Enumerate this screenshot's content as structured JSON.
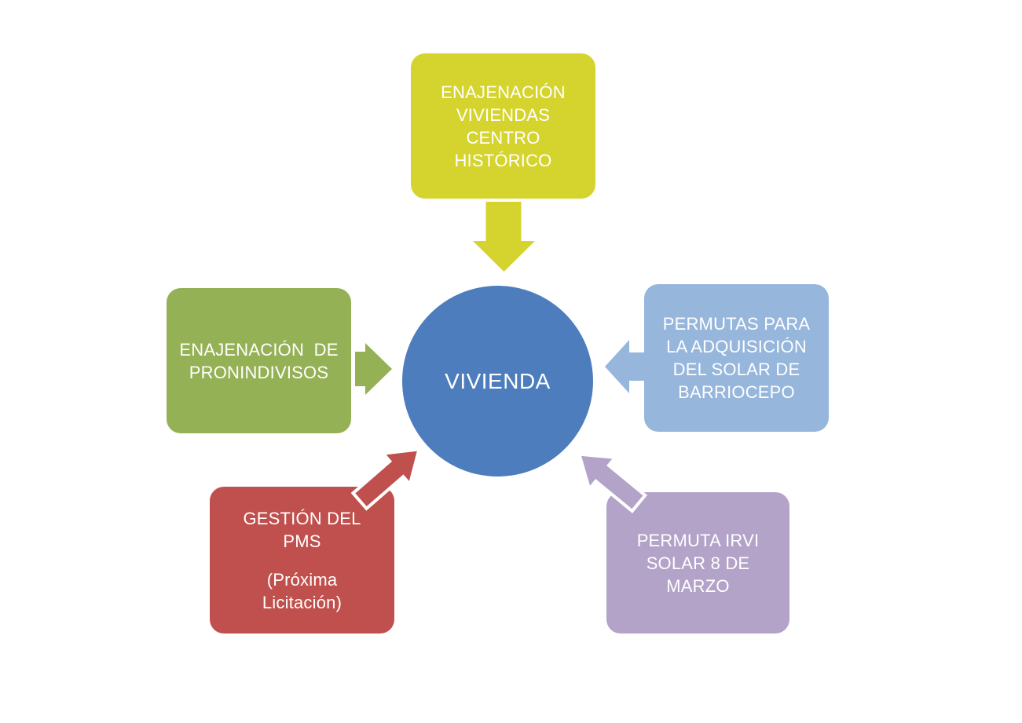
{
  "diagram": {
    "title": "Radial diagram: vivienda actions converging on central concept",
    "background_color": "#ffffff",
    "text_color": "#ffffff",
    "center": {
      "label": "VIVIENDA",
      "shape": "circle",
      "color": "#4d7dbc"
    },
    "nodes": {
      "top": {
        "text": "ENAJENACIÓN\nVIVIENDAS\nCENTRO\nHISTÓRICO",
        "color": "#d5d42f",
        "position": "top"
      },
      "left": {
        "text": "ENAJENACIÓN  DE\nPRONINDIVISOS",
        "color": "#95b155",
        "position": "left"
      },
      "right": {
        "text": "PERMUTAS PARA\nLA ADQUISICIÓN\nDEL SOLAR DE\nBARRIOCEPO",
        "color": "#96b6dc",
        "position": "right"
      },
      "bottom_left": {
        "text": "GESTIÓN DEL\nPMS",
        "note": "(Próxima\nLicitación)",
        "color": "#c0504d",
        "position": "bottom-left"
      },
      "bottom_right": {
        "text": "PERMUTA IRVI\nSOLAR 8 DE\nMARZO",
        "color": "#b3a3c8",
        "position": "bottom-right"
      }
    },
    "arrows": {
      "top_to_center": {
        "direction": "down",
        "color": "#d5d42f"
      },
      "left_to_center": {
        "direction": "right",
        "color": "#95b155"
      },
      "right_to_center": {
        "direction": "left",
        "color": "#96b6dc"
      },
      "bottom_left_to_center": {
        "direction": "up-right",
        "color": "#c0504d",
        "outline": "#ffffff"
      },
      "bottom_right_to_center": {
        "direction": "up-left",
        "color": "#b3a3c8",
        "outline": "#ffffff"
      }
    }
  }
}
